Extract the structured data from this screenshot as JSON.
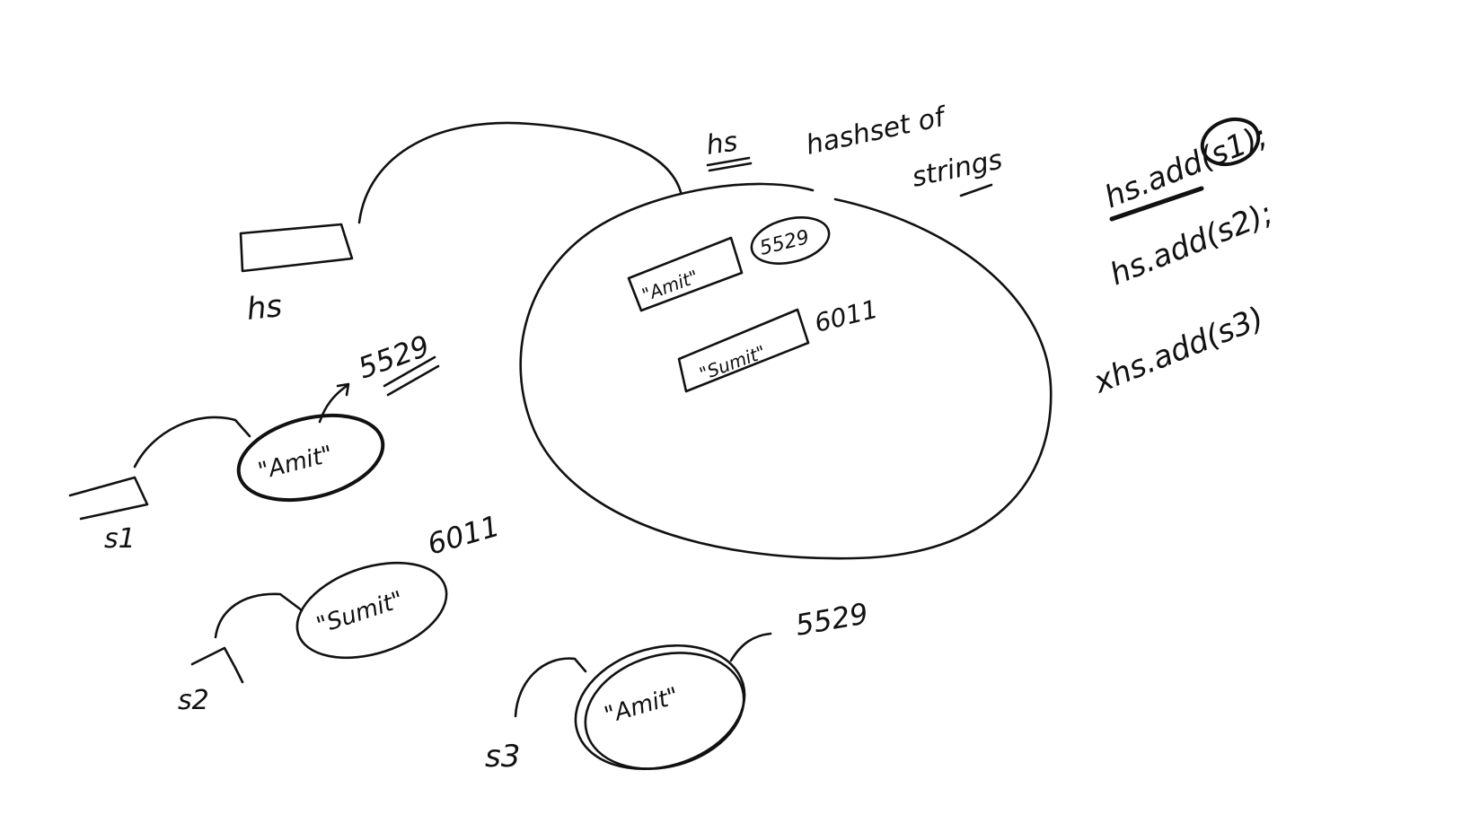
{
  "colors": {
    "background": "#ffffff",
    "ink": "#111111"
  },
  "labels": {
    "hs_var": "hs",
    "hs_set": "hs",
    "set_title_line1": "hashset of",
    "set_title_line2": "strings",
    "s1": "s1",
    "s2": "s2",
    "s3": "s3"
  },
  "objects": {
    "s1_value": "\"Amit\"",
    "s1_hash": "5529",
    "s2_value": "\"Sumit\"",
    "s2_hash": "6011",
    "s3_value": "\"Amit\"",
    "s3_hash": "5529"
  },
  "set_entries": [
    {
      "value": "\"Amit\"",
      "hash": "5529"
    },
    {
      "value": "\"Sumit\"",
      "hash": "6011"
    }
  ],
  "code": {
    "line1": "hs.add(s1);",
    "line2": "hs.add(s2);",
    "line3": "xhs.add(s3)"
  }
}
